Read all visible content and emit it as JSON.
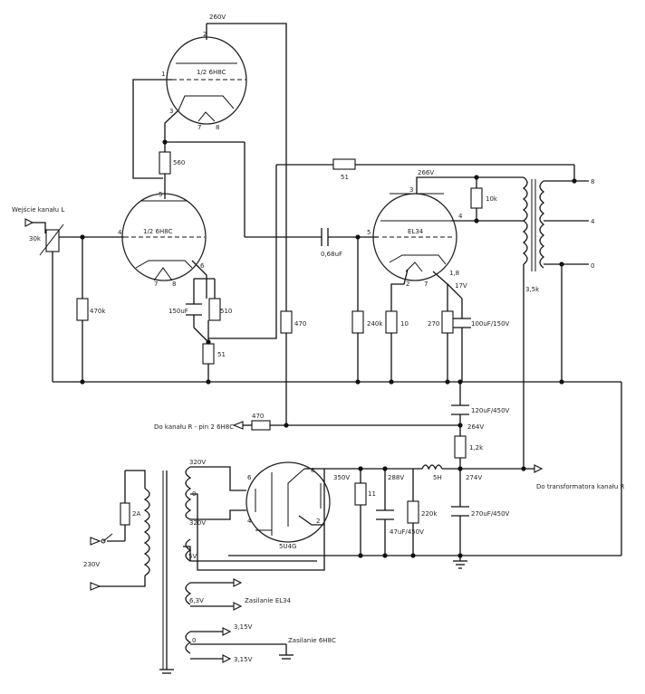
{
  "tubes": {
    "top_6h8c": "1/2 6H8C",
    "bottom_6h8c": "1/2 6H8C",
    "el34": "EL34",
    "rectifier": "5U4G"
  },
  "pins": {
    "top_plate": "2",
    "top_grid": "1",
    "top_cathode": "3",
    "top_heater_a": "7",
    "top_heater_b": "8",
    "v1_grid": "4",
    "v1_plate": "5",
    "v1_cathode": "6",
    "v1_heater_a": "7",
    "v1_heater_b": "8",
    "el34_screen": "3",
    "el34_plate": "4",
    "el34_grid": "5",
    "el34_pin2": "2",
    "el34_pin7": "7",
    "el34_cathode": "1,8",
    "rect_6": "6",
    "rect_4": "4",
    "rect_8": "8",
    "rect_2": "2",
    "ot_8": "8",
    "ot_4": "4",
    "ot_0": "0"
  },
  "voltages": {
    "v260": "260V",
    "v266": "266V",
    "v17": "17V",
    "v264": "264V",
    "v350": "350V",
    "v288": "288V",
    "v274": "274V",
    "hv_top": "320V",
    "hv_mid": "0",
    "hv_bot": "320V",
    "v5": "5V",
    "v6_3": "6,3V",
    "v3_15a": "3,15V",
    "v3_15_mid": "0",
    "v3_15b": "3,15V"
  },
  "components": {
    "r560": "560",
    "r51_top": "51",
    "r10k": "10k",
    "pot30k": "30k",
    "r470k": "470k",
    "c150uf": "150uF",
    "r510": "510",
    "r51_bot": "51",
    "r470": "470",
    "c068": "0,68uF",
    "r240k": "240k",
    "r10": "10",
    "r270": "270",
    "c100uf": "100uF/150V",
    "ot_35k": "3,5k",
    "c120uf": "120uF/450V",
    "r470_side": "470",
    "r1_2k": "1,2k",
    "r11": "11",
    "c47uf": "47uF/450V",
    "r220k": "220k",
    "choke5h": "5H",
    "c270uf": "270uF/450V",
    "fuse2a": "2A",
    "mains": "230V"
  },
  "labels": {
    "input": "Wejście kanału L",
    "to_channel_r": "Do kanału R - pin 2 6H8C",
    "to_transformer_r": "Do transformatora kanału R",
    "supply_el34": "Zasilanie EL34",
    "supply_6h8c": "Zasilanie 6H8C"
  }
}
